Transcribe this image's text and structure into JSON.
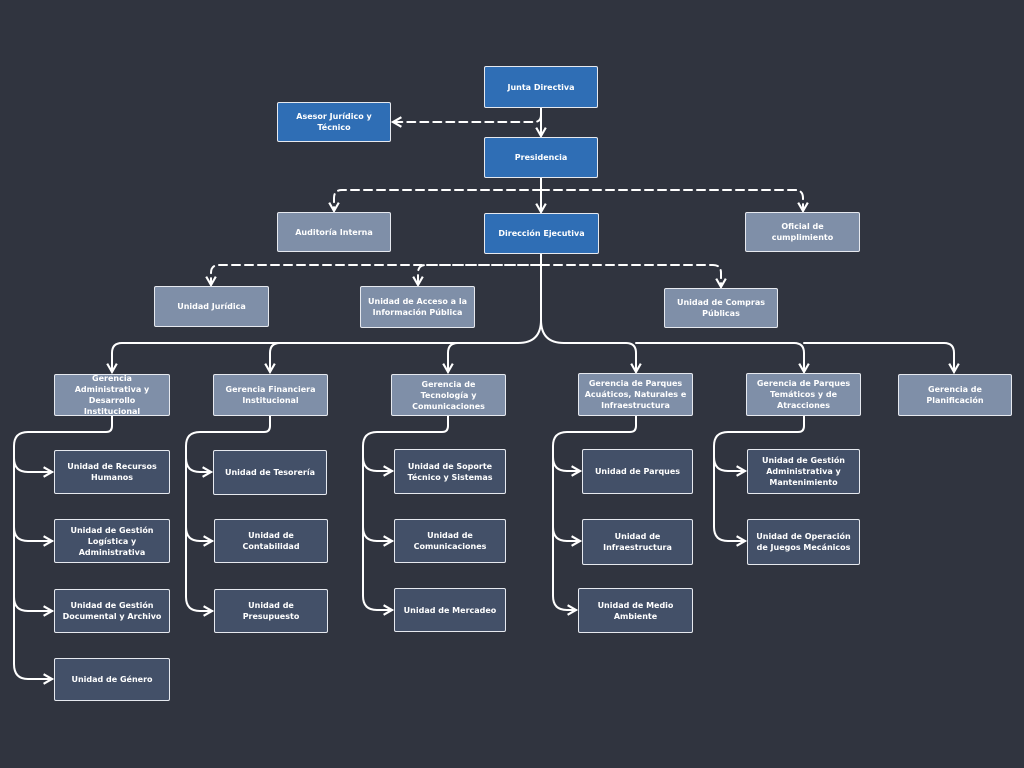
{
  "colors": {
    "background": "#30343f",
    "executive_box": "#2f6eb5",
    "staff_box": "#7f8fa8",
    "unit_box": "#435068",
    "connector": "#ffffff"
  },
  "org": {
    "junta": "Junta Directiva",
    "asesor": "Asesor Jurídico y Técnico",
    "presidencia": "Presidencia",
    "auditoria": "Auditoría Interna",
    "direccion": "Dirección Ejecutiva",
    "oficial": "Oficial de cumplimiento",
    "unidad_juridica": "Unidad Jurídica",
    "unidad_acceso": "Unidad de Acceso a la Información Pública",
    "unidad_compras": "Unidad de Compras Públicas",
    "gerencias": [
      {
        "name": "Gerencia Administrativa y Desarrollo Institucional",
        "units": [
          "Unidad de Recursos Humanos",
          "Unidad de Gestión Logística y Administrativa",
          "Unidad de Gestión Documental y Archivo",
          "Unidad de Género"
        ]
      },
      {
        "name": "Gerencia Financiera Institucional",
        "units": [
          "Unidad de Tesorería",
          "Unidad de Contabilidad",
          "Unidad de Presupuesto"
        ]
      },
      {
        "name": "Gerencia de Tecnología y Comunicaciones",
        "units": [
          "Unidad de Soporte Técnico y Sistemas",
          "Unidad de Comunicaciones",
          "Unidad de Mercadeo"
        ]
      },
      {
        "name": "Gerencia de Parques Acuáticos, Naturales e Infraestructura",
        "units": [
          "Unidad de Parques",
          "Unidad de Infraestructura",
          "Unidad de Medio Ambiente"
        ]
      },
      {
        "name": "Gerencia de Parques Temáticos y de Atracciones",
        "units": [
          "Unidad de Gestión Administrativa y Mantenimiento",
          "Unidad de Operación de Juegos Mecánicos"
        ]
      },
      {
        "name": "Gerencia de Planificación",
        "units": []
      }
    ]
  }
}
